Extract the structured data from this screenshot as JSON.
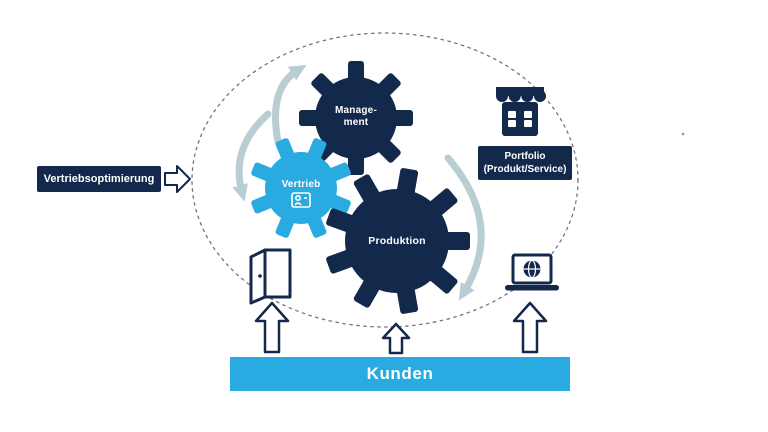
{
  "colors": {
    "navy": "#13294B",
    "cyan": "#29ABE2",
    "arc": "#B8CED3",
    "dashed_border": "#707780"
  },
  "left_flow": {
    "label": "Vertriebsoptimierung"
  },
  "gears": {
    "management": {
      "line1": "Manage-",
      "line2": "ment"
    },
    "vertrieb": {
      "label": "Vertrieb"
    },
    "produktion": {
      "label": "Produktion"
    }
  },
  "portfolio": {
    "line1": "Portfolio",
    "line2": "(Produkt/Service)"
  },
  "customers": {
    "label": "Kunden"
  },
  "icons": {
    "store": "store-icon",
    "door": "door-icon",
    "laptop_globe": "laptop-globe-icon",
    "id_card": "id-card-icon",
    "flow_arrow": "right-arrow-icon",
    "up_arrows": "up-arrow-icon"
  }
}
